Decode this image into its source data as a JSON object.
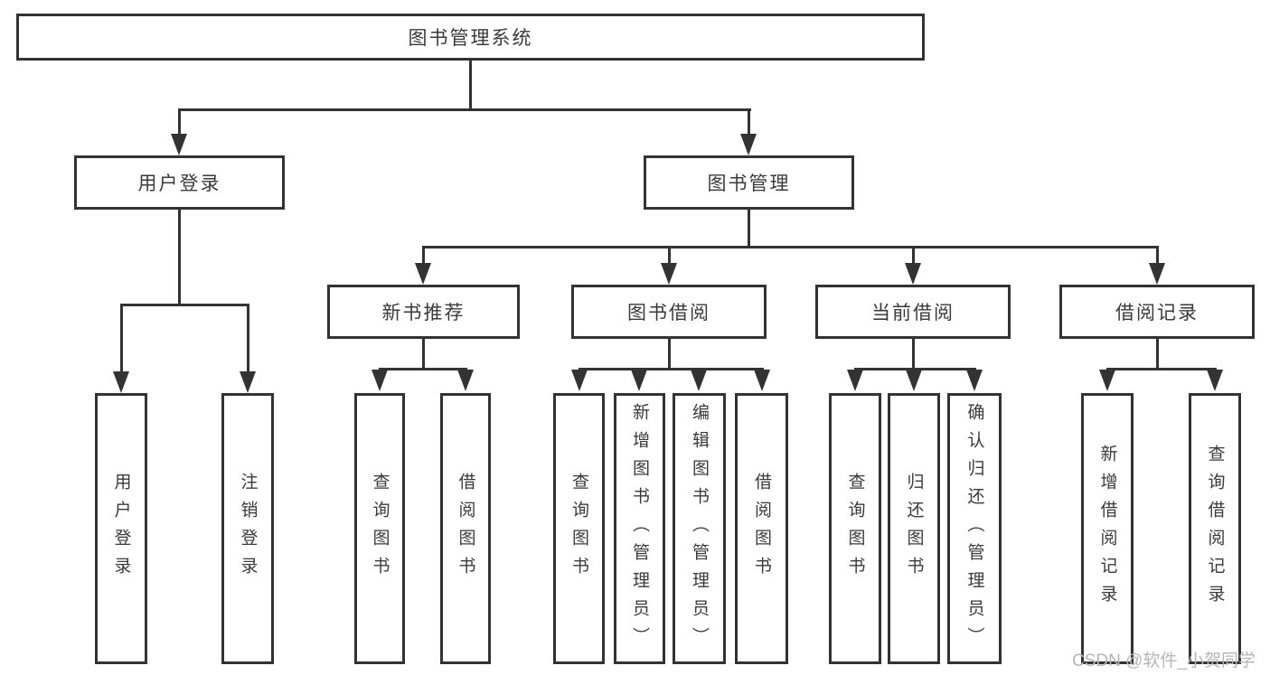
{
  "colors": {
    "background": "#ffffff",
    "line": "#333333",
    "box_border": "#333333",
    "text": "#3a3a3a",
    "watermark_text": "#b5b5b5"
  },
  "diagram": {
    "type": "tree",
    "root": {
      "label": "图书管理系统"
    },
    "branches": [
      {
        "label": "用户登录",
        "children": [
          "用户登录",
          "注销登录"
        ]
      },
      {
        "label": "图书管理",
        "children": [
          {
            "label": "新书推荐",
            "children": [
              "查询图书",
              "借阅图书"
            ]
          },
          {
            "label": "图书借阅",
            "children": [
              "查询图书",
              "新增图书（管理员）",
              "编辑图书（管理员）",
              "借阅图书"
            ]
          },
          {
            "label": "当前借阅",
            "children": [
              "查询图书",
              "归还图书",
              "确认归还（管理员）"
            ]
          },
          {
            "label": "借阅记录",
            "children": [
              "新增借阅记录",
              "查询借阅记录"
            ]
          }
        ]
      }
    ]
  },
  "watermark": {
    "text": "CSDN @软件_小贺同学"
  }
}
